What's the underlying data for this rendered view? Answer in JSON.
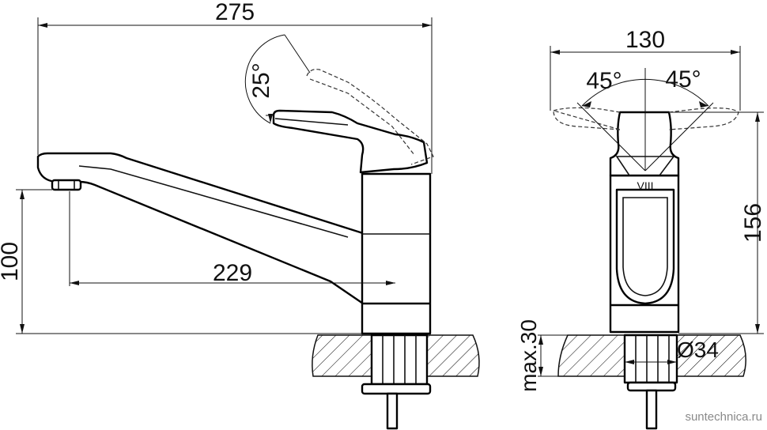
{
  "dimensions": {
    "overall_length": "275",
    "spout_reach": "229",
    "spout_height": "100",
    "lever_angle": "25°",
    "width": "130",
    "rotation_left": "45°",
    "rotation_right": "45°",
    "total_height": "156",
    "mounting_hole": "Ø34",
    "counter_thickness": "max.30"
  },
  "watermark": "suntechnica.ru"
}
